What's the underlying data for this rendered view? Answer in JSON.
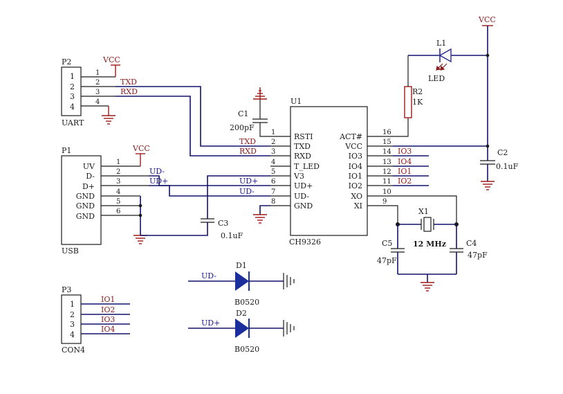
{
  "colors": {
    "wire": "#12126e",
    "power": "#a01818",
    "component": "#1a1a1a",
    "text": "#1a1a1a",
    "label_blue": "#1a1a9a",
    "label_red": "#8b1c1c",
    "diode": "#1b2f9c",
    "led": "#2a2a9a"
  },
  "p2": {
    "ref": "P2",
    "name": "UART",
    "pins": [
      "1",
      "2",
      "3",
      "4"
    ],
    "vcc": "VCC",
    "nets": [
      {
        "num": "1",
        "name": ""
      },
      {
        "num": "2",
        "name": "TXD"
      },
      {
        "num": "3",
        "name": "RXD"
      },
      {
        "num": "4",
        "name": ""
      }
    ]
  },
  "p1": {
    "ref": "P1",
    "name": "USB",
    "pins": [
      "UV",
      "D-",
      "D+",
      "GND",
      "GND",
      "GND"
    ],
    "vcc": "VCC",
    "nets": [
      {
        "num": "1",
        "name": ""
      },
      {
        "num": "2",
        "name": "UD-"
      },
      {
        "num": "3",
        "name": "UD+"
      },
      {
        "num": "4",
        "name": ""
      },
      {
        "num": "5",
        "name": ""
      },
      {
        "num": "6",
        "name": ""
      }
    ]
  },
  "p3": {
    "ref": "P3",
    "name": "CON4",
    "pins": [
      "1",
      "2",
      "3",
      "4"
    ],
    "nets": [
      "IO1",
      "IO2",
      "IO3",
      "IO4"
    ]
  },
  "u1": {
    "ref": "U1",
    "name": "CH9326",
    "left_pins": [
      {
        "num": "1",
        "name": "RSTI"
      },
      {
        "num": "2",
        "name": "TXD"
      },
      {
        "num": "3",
        "name": "RXD"
      },
      {
        "num": "4",
        "name": "T_LED"
      },
      {
        "num": "5",
        "name": "V3"
      },
      {
        "num": "6",
        "name": "UD+"
      },
      {
        "num": "7",
        "name": "UD-"
      },
      {
        "num": "8",
        "name": "GND"
      }
    ],
    "right_pins": [
      {
        "num": "16",
        "name": "ACT#"
      },
      {
        "num": "15",
        "name": "VCC"
      },
      {
        "num": "14",
        "name": "IO3"
      },
      {
        "num": "13",
        "name": "IO4"
      },
      {
        "num": "12",
        "name": "IO1"
      },
      {
        "num": "11",
        "name": "IO2"
      },
      {
        "num": "10",
        "name": "XO"
      },
      {
        "num": "9",
        "name": "XI"
      }
    ],
    "left_nets": [
      "",
      "TXD",
      "RXD",
      "",
      "",
      "UD+",
      "UD-",
      ""
    ],
    "right_nets": [
      "",
      "",
      "IO3",
      "IO4",
      "IO1",
      "IO2",
      "",
      ""
    ]
  },
  "c1": {
    "ref": "C1",
    "value": "200pF"
  },
  "c2": {
    "ref": "C2",
    "value": "0.1uF"
  },
  "c3": {
    "ref": "C3",
    "value": "0.1uF"
  },
  "c4": {
    "ref": "C4",
    "value": "47pF"
  },
  "c5": {
    "ref": "C5",
    "value": "47pF"
  },
  "r2": {
    "ref": "R2",
    "value": "1K"
  },
  "l1": {
    "ref": "L1",
    "value": "LED"
  },
  "x1": {
    "ref": "X1",
    "value": "12 MHz"
  },
  "d1": {
    "ref": "D1",
    "value": "B0520",
    "net": "UD-"
  },
  "d2": {
    "ref": "D2",
    "value": "B0520",
    "net": "UD+"
  },
  "vcc_top": "VCC"
}
